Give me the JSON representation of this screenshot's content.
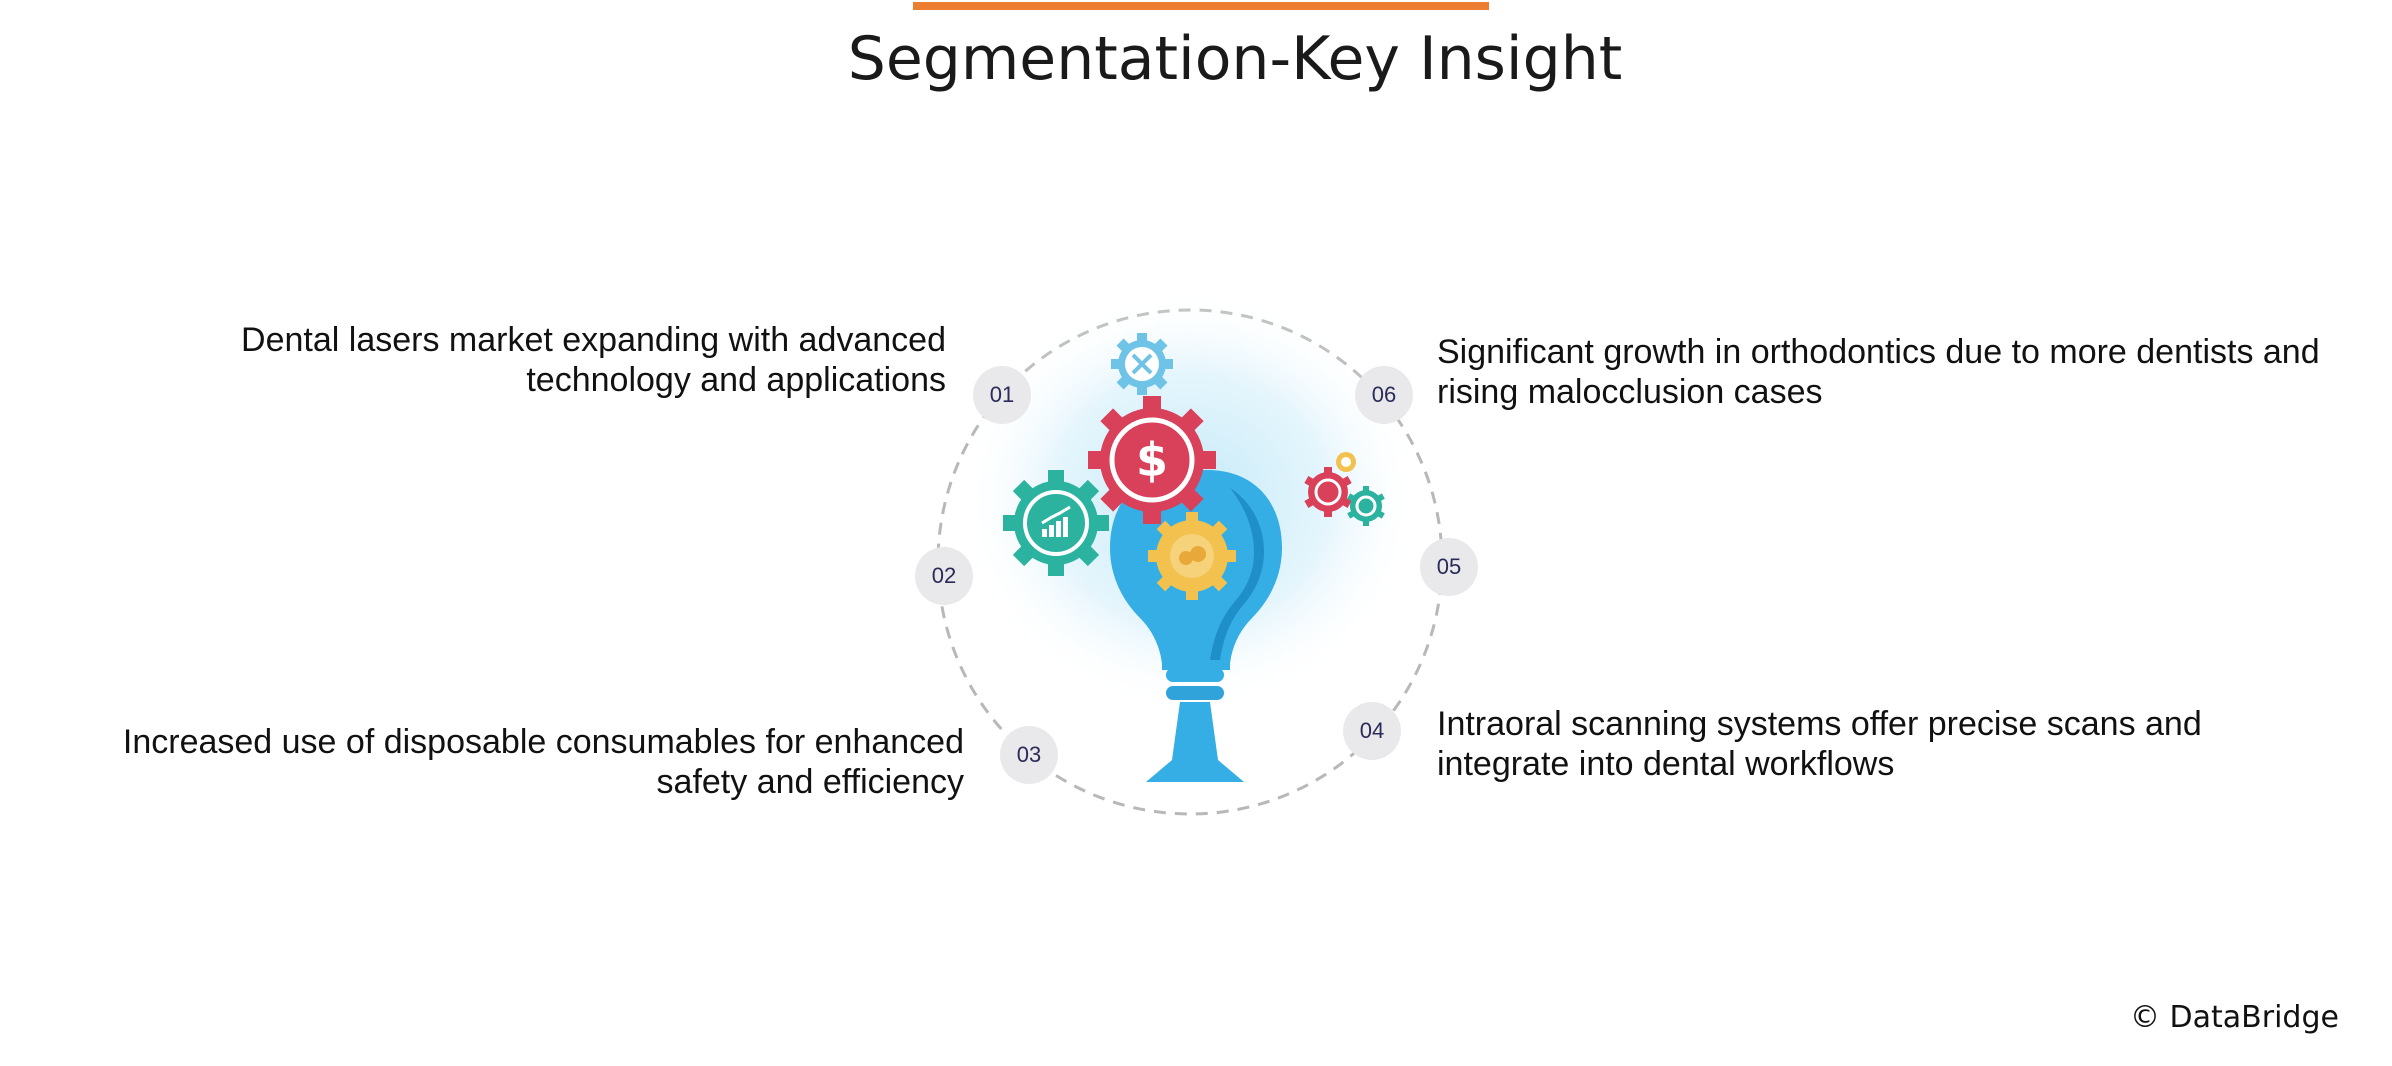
{
  "title": "Segmentation-Key Insight",
  "accent_color": "#ed7d31",
  "insights": [
    {
      "number": "01",
      "text": "Dental lasers market expanding with advanced technology and applications"
    },
    {
      "number": "02",
      "text": ""
    },
    {
      "number": "03",
      "text": "Increased use of disposable consumables for enhanced safety and efficiency"
    },
    {
      "number": "04",
      "text": "Intraoral scanning systems offer precise scans and integrate into dental workflows"
    },
    {
      "number": "05",
      "text": ""
    },
    {
      "number": "06",
      "text": "Significant growth in orthodontics due to more dentists and rising malocclusion cases"
    }
  ],
  "center_graphic": {
    "icons": [
      "lightbulb-icon",
      "dollar-gear-icon",
      "chart-gear-icon",
      "tools-gear-icon",
      "small-gears-icon"
    ],
    "colors": {
      "bulb": "#35aee6",
      "dollar_gear": "#d9405a",
      "chart_gear": "#2bb3a0",
      "tools_gear": "#6fc3e6",
      "inner_gear": "#f2c14e"
    },
    "dollar_symbol": "$"
  },
  "footer": {
    "copyright": "© DataBridge"
  }
}
